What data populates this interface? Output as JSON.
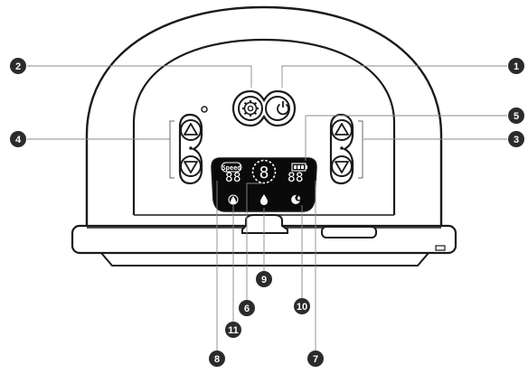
{
  "device": {
    "lcd": {
      "speed_label": "Speed",
      "left_digits": "88",
      "center_digit": "8",
      "right_digits": "88"
    }
  },
  "callouts": [
    {
      "id": "1",
      "label": "1"
    },
    {
      "id": "2",
      "label": "2"
    },
    {
      "id": "3",
      "label": "3"
    },
    {
      "id": "4",
      "label": "4"
    },
    {
      "id": "5",
      "label": "5"
    },
    {
      "id": "6",
      "label": "6"
    },
    {
      "id": "7",
      "label": "7"
    },
    {
      "id": "8",
      "label": "8"
    },
    {
      "id": "9",
      "label": "9"
    },
    {
      "id": "10",
      "label": "10"
    },
    {
      "id": "11",
      "label": "11"
    }
  ],
  "colors": {
    "outline": "#1a1a1a",
    "lcd_bg": "#0a0a0a",
    "lcd_fg": "#ffffff",
    "callout_fill": "#2b2b2b"
  }
}
